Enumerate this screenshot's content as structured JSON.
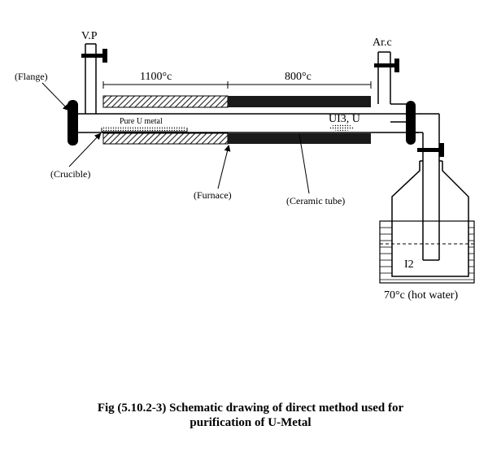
{
  "labels": {
    "vp": "V.P",
    "arc": "Ar.c",
    "flange": "(Flange)",
    "temp_left": "1100°c",
    "temp_right": "800°c",
    "pure_u_metal": "Pure U metal",
    "ui3_u": "UI3, U",
    "crucible": "(Crucible)",
    "furnace": "(Furnace)",
    "ceramic_tube": "(Ceramic tube)",
    "i2": "I2",
    "hot_water": "70°c (hot water)"
  },
  "caption": {
    "line1": "Fig (5.10.2-3)  Schematic drawing of direct method used for",
    "line2": "purification of U-Metal"
  },
  "colors": {
    "ink": "#000000",
    "background": "#ffffff",
    "furnace_dark": "#1a1a1a",
    "hatch": "#333333"
  }
}
